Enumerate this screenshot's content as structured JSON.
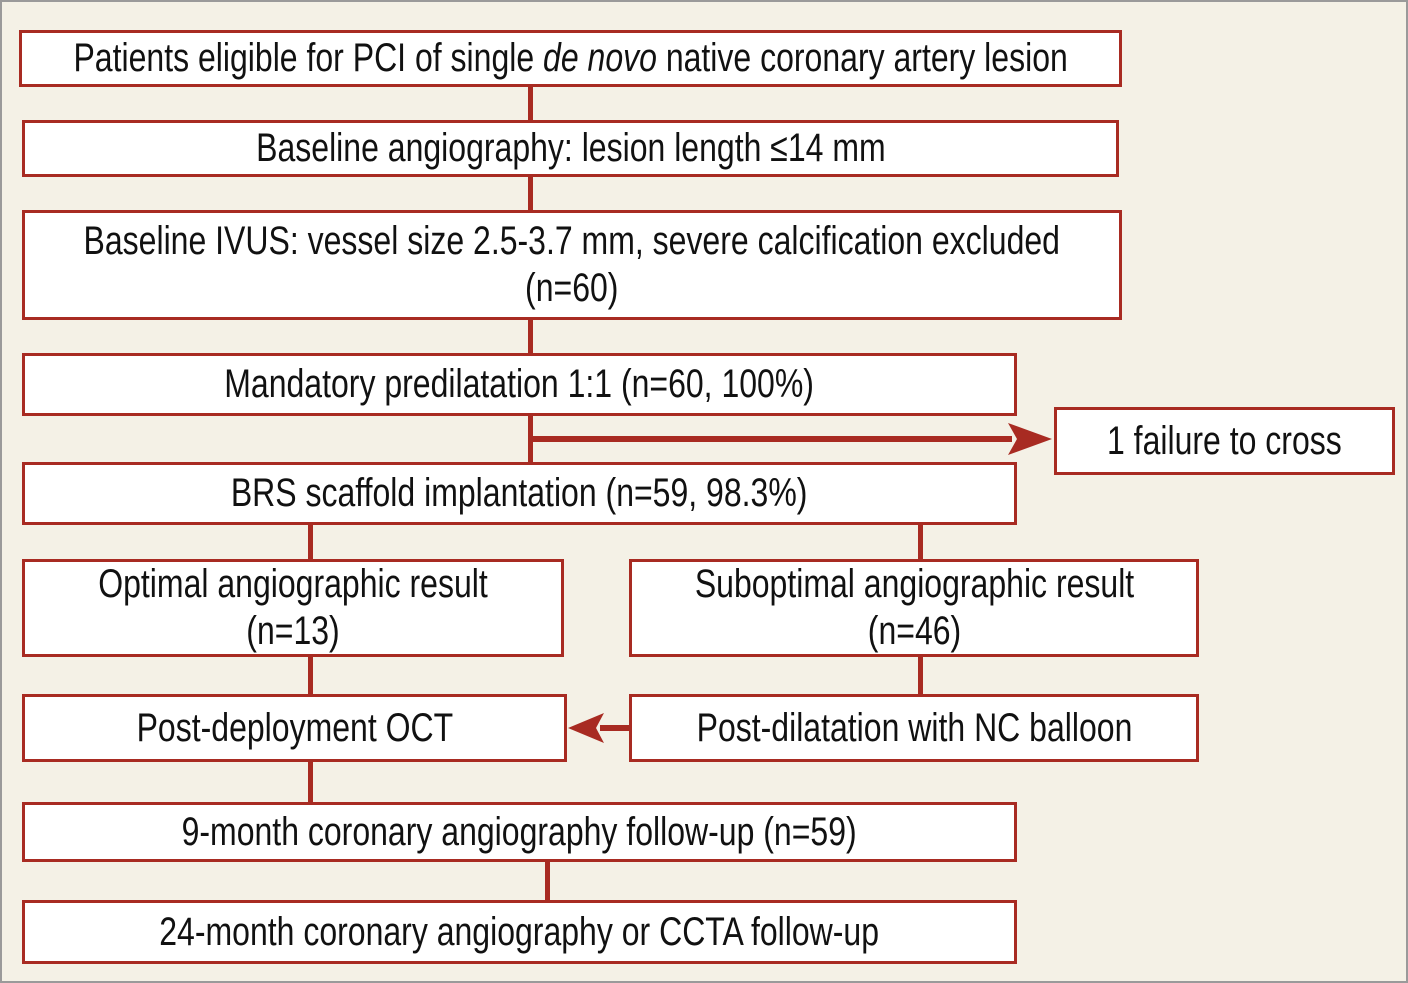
{
  "figure": {
    "kind": "study-flowchart",
    "colors": {
      "accent_red": "#a82b22",
      "background": "#f4f1e6",
      "box_fill": "#ffffff",
      "text": "#111111",
      "frame_border": "#9a9a9a"
    },
    "nodes": {
      "eligible": {
        "pre": "Patients eligible for PCI of single ",
        "italic": "de novo",
        "post": " native coronary artery lesion"
      },
      "baseline_angio": {
        "line1": "Baseline angiography: lesion length ≤14 mm"
      },
      "baseline_ivus": {
        "line1": "Baseline IVUS: vessel size 2.5-3.7 mm, severe calcification excluded",
        "line2": "(n=60)"
      },
      "predilatation": {
        "line1": "Mandatory predilatation 1:1 (n=60, 100%)"
      },
      "failure_to_cross": {
        "line1": "1 failure to cross"
      },
      "brs_implantation": {
        "line1": "BRS scaffold implantation (n=59, 98.3%)"
      },
      "optimal_result": {
        "line1": "Optimal angiographic result",
        "line2": "(n=13)"
      },
      "suboptimal_result": {
        "line1": "Suboptimal angiographic result",
        "line2": "(n=46)"
      },
      "post_deployment_oct": {
        "line1": "Post-deployment OCT"
      },
      "post_dilatation": {
        "line1": "Post-dilatation with NC balloon"
      },
      "followup_9m": {
        "line1": "9-month coronary angiography follow-up (n=59)"
      },
      "followup_24m": {
        "line1": "24-month coronary angiography or CCTA follow-up"
      }
    }
  }
}
